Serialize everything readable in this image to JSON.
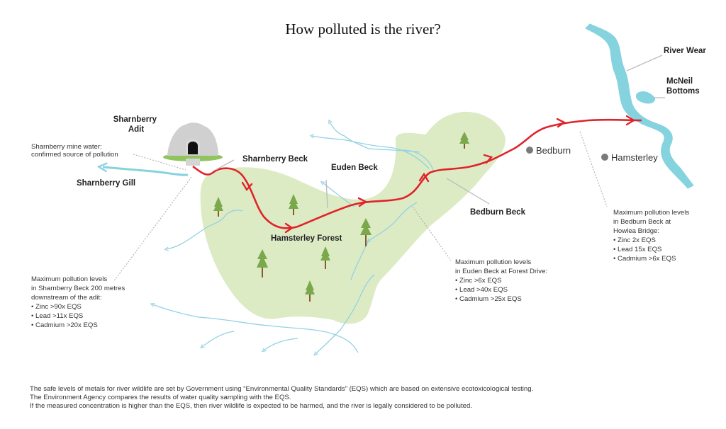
{
  "title": "How polluted is the river?",
  "colors": {
    "forest": "#dcebc4",
    "river_wear": "#85d3de",
    "stream": "#92d2e4",
    "polluted_beck": "#e0232b",
    "tree_crown": "#7aa84b",
    "tree_trunk": "#8b5a2b",
    "place_dot": "#7a7a7a",
    "leader_line": "#aaaaaa"
  },
  "labels": {
    "sharnberry_adit": [
      "Sharnberry",
      "Adit"
    ],
    "sharnberry_beck": "Sharnberry Beck",
    "sharnberry_gill": "Sharnberry Gill",
    "euden_beck": "Euden Beck",
    "hamsterley_forest": "Hamsterley Forest",
    "bedburn_beck": "Bedburn Beck",
    "river_wear": "River Wear",
    "mcneil_bottoms": [
      "McNeil",
      "Bottoms"
    ]
  },
  "places": {
    "bedburn": "Bedburn",
    "hamsterley": "Hamsterley"
  },
  "annotations": {
    "mine_water": [
      "Sharnberry mine water:",
      "confirmed source of pollution"
    ],
    "sharnberry": {
      "lines": [
        "Maximum pollution levels",
        "in Sharnberry Beck 200 metres",
        "downstream of the adit:"
      ],
      "items": [
        "• Zinc >90x EQS",
        "• Lead >11x EQS",
        "• Cadmium >20x EQS"
      ]
    },
    "euden": {
      "lines": [
        "Maximum pollution levels",
        "in Euden Beck at Forest Drive:"
      ],
      "items": [
        "• Zinc >6x EQS",
        "• Lead >40x EQS",
        "• Cadmium >25x EQS"
      ]
    },
    "bedburn": {
      "lines": [
        "Maximum pollution levels",
        "in Bedburn Beck at",
        "Howlea Bridge:"
      ],
      "items": [
        "• Zinc 2x EQS",
        "• Lead 15x EQS",
        "• Cadmium >6x EQS"
      ]
    }
  },
  "footer": [
    "The safe levels of metals for river wildlife are set by Government using “Environmental Quality Standards” (EQS) which are based on extensive ecotoxicological testing.",
    "The Environment Agency compares the results of water quality sampling with the EQS.",
    "If the measured concentration is higher than the EQS, then river wildlife is expected to be harmed, and the river is legally considered to be polluted."
  ]
}
